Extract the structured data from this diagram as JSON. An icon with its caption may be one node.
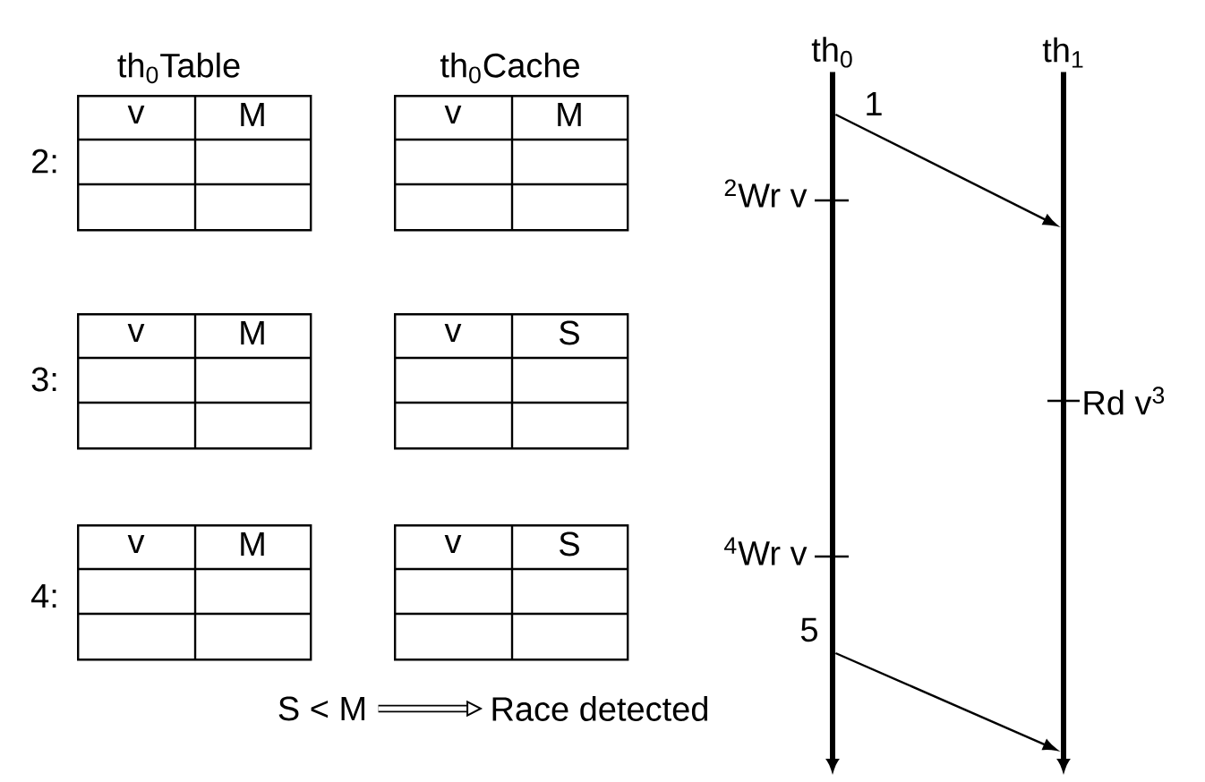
{
  "diagram": {
    "nodes": [
      {
        "text": [
          "v",
          "M"
        ]
      },
      {
        "text": [
          "v",
          "M"
        ]
      },
      {
        "text": [
          "v",
          "M"
        ]
      },
      {
        "text": [
          "v",
          "S"
        ]
      },
      {
        "text": [
          "v",
          "M"
        ]
      },
      {
        "text": [
          "v",
          "S"
        ]
      },
      {
        "text": [
          "th$_{0}$"
        ]
      },
      {
        "text": [
          "th$_{1}$"
        ]
      },
      {
        "text": [
          "S < M"
        ]
      },
      {
        "text": [
          "Race detected"
        ]
      }
    ],
    "edges": [
      {
        "from": 6,
        "to": 7,
        "arrow": "to",
        "label": "1"
      },
      {
        "from": 6,
        "to": 7,
        "arrow": "to",
        "label": "5"
      },
      {
        "from": 8,
        "to": 9,
        "arrow": "to",
        "style": "thick"
      }
    ],
    "labels": [
      "th$_{0}$Table",
      "th$_{0}$Cache",
      "2:",
      "$^{2}$Wr v",
      "Rd v$^{3}$",
      "3:",
      "$^{4}$Wr v",
      "4:"
    ]
  }
}
